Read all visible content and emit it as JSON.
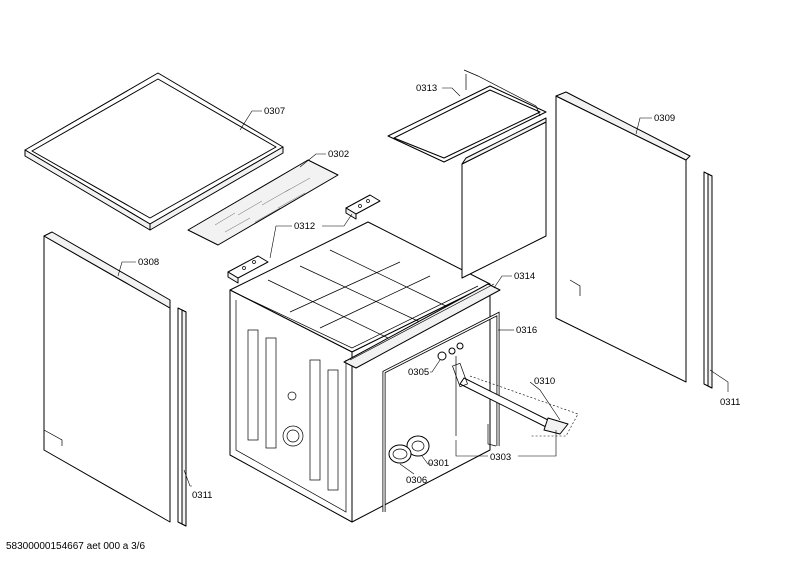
{
  "callouts": {
    "p0307": "0307",
    "p0302": "0302",
    "p0313": "0313",
    "p0309": "0309",
    "p0312": "0312",
    "p0308": "0308",
    "p0314": "0314",
    "p0316": "0316",
    "p0305": "0305",
    "p0310": "0310",
    "p0311_right": "0311",
    "p0311_left": "0311",
    "p0301": "0301",
    "p0303": "0303",
    "p0306": "0306"
  },
  "footer": {
    "document_id": "58300000154667 aet 000 a 3/6"
  }
}
